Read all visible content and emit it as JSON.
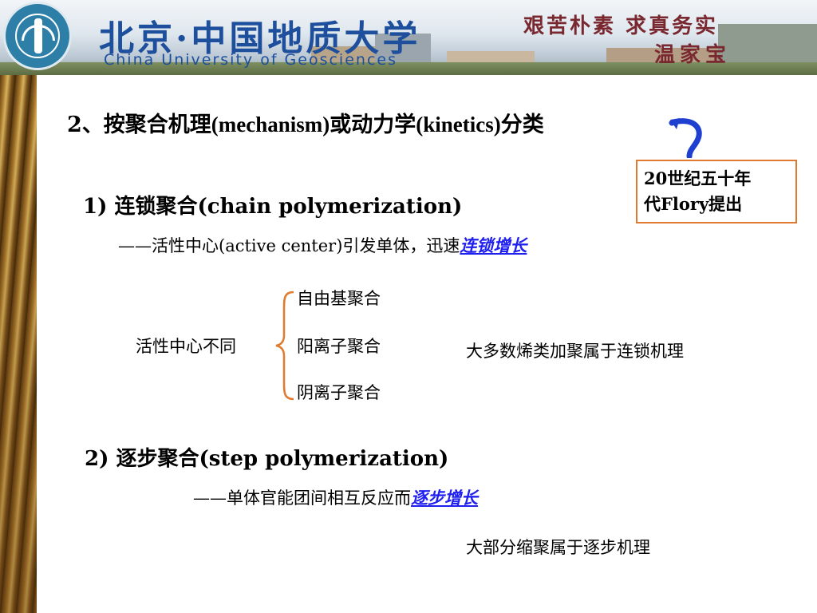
{
  "header": {
    "school_cn": "北京·中国地质大学",
    "school_en": "China University of Geosciences",
    "motto_line1": "艰苦朴素 求真务实",
    "motto_line2": "温家宝"
  },
  "slide": {
    "heading_prefix": "2、按聚合机理",
    "heading_term1": "(mechanism)",
    "heading_mid": "或动力学",
    "heading_term2": "(kinetics)",
    "heading_suffix": "分类",
    "note_line1": "20世纪五十年",
    "note_line2": "代Flory提出",
    "section1": {
      "title": "1) 连锁聚合(chain polymerization)",
      "desc_prefix": "——活性中心(active center)引发单体，迅速",
      "desc_link": "连锁增长",
      "types_label": "活性中心不同",
      "types": [
        "自由基聚合",
        "阳离子聚合",
        "阴离子聚合"
      ],
      "note": "大多数烯类加聚属于连锁机理"
    },
    "section2": {
      "title": "2) 逐步聚合(step polymerization)",
      "desc_prefix": "——单体官能团间相互反应而",
      "desc_link": "逐步增长",
      "note": "大部分缩聚属于逐步机理"
    }
  },
  "colors": {
    "link": "#1f1ff0",
    "note_border": "#e07a30",
    "brace": "#e07a30",
    "arrow": "#1f3fd0"
  }
}
